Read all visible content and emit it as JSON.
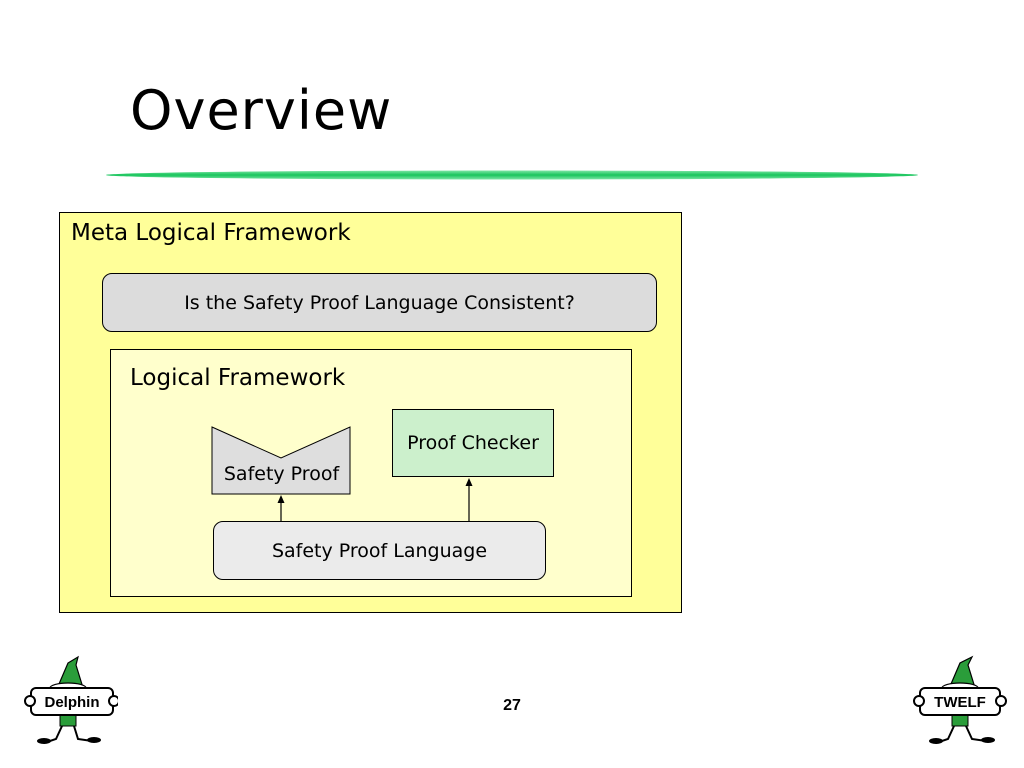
{
  "slide": {
    "title": "Overview",
    "page_number": "27"
  },
  "diagram": {
    "meta_framework_label": "Meta Logical Framework",
    "question_label": "Is the Safety Proof Language Consistent?",
    "logical_framework_label": "Logical Framework",
    "safety_proof_label": "Safety Proof",
    "proof_checker_label": "Proof Checker",
    "language_label": "Safety Proof Language"
  },
  "logos": {
    "left": "Delphin",
    "right": "TWELF"
  },
  "colors": {
    "rule_green": "#22cc66",
    "meta_fill": "#ffff99",
    "lf_fill": "#ffffcc",
    "checker_fill": "#ccf0cc",
    "question_fill": "#dcdcdc",
    "lang_fill": "#ebebeb",
    "elf_green": "#2a9d3a"
  }
}
